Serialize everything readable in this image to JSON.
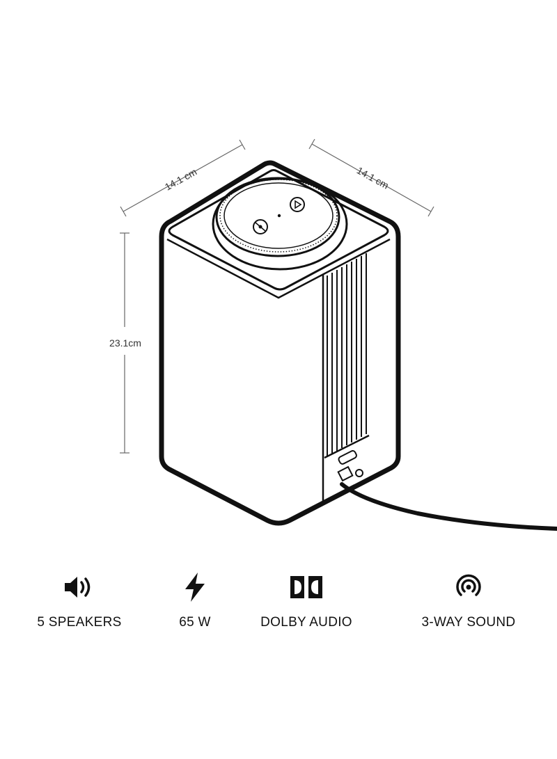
{
  "dimensions": {
    "width_left": "14.1 cm",
    "width_right": "14.1 cm",
    "height": "23.1cm"
  },
  "features": [
    {
      "icon": "speaker-volume-icon",
      "label": "5 SPEAKERS"
    },
    {
      "icon": "lightning-bolt-icon",
      "label": "65 W"
    },
    {
      "icon": "dolby-logo-icon",
      "label": "DOLBY AUDIO"
    },
    {
      "icon": "broadcast-sound-icon",
      "label": "3-WAY SOUND"
    }
  ],
  "colors": {
    "line": "#111111",
    "dimension_line": "#555555",
    "background": "#ffffff"
  }
}
